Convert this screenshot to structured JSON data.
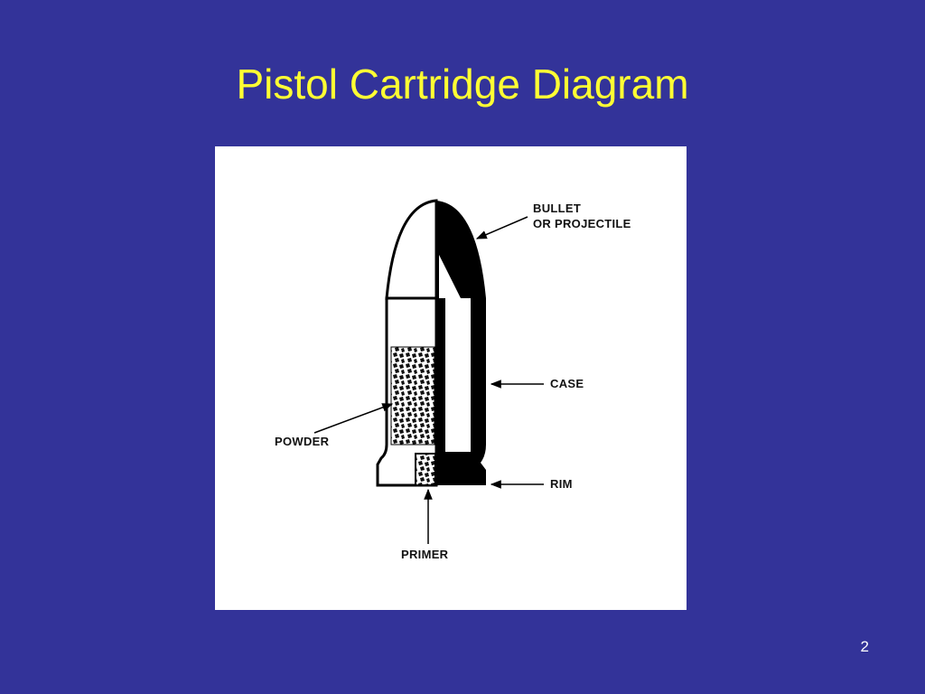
{
  "slide": {
    "title": "Pistol Cartridge Diagram",
    "page_number": "2",
    "background_color": "#333399",
    "title_color": "#ffff33"
  },
  "diagram": {
    "labels": {
      "bullet_line1": "BULLET",
      "bullet_line2": "OR PROJECTILE",
      "case": "CASE",
      "powder": "POWDER",
      "rim": "RIM",
      "primer": "PRIMER"
    }
  }
}
